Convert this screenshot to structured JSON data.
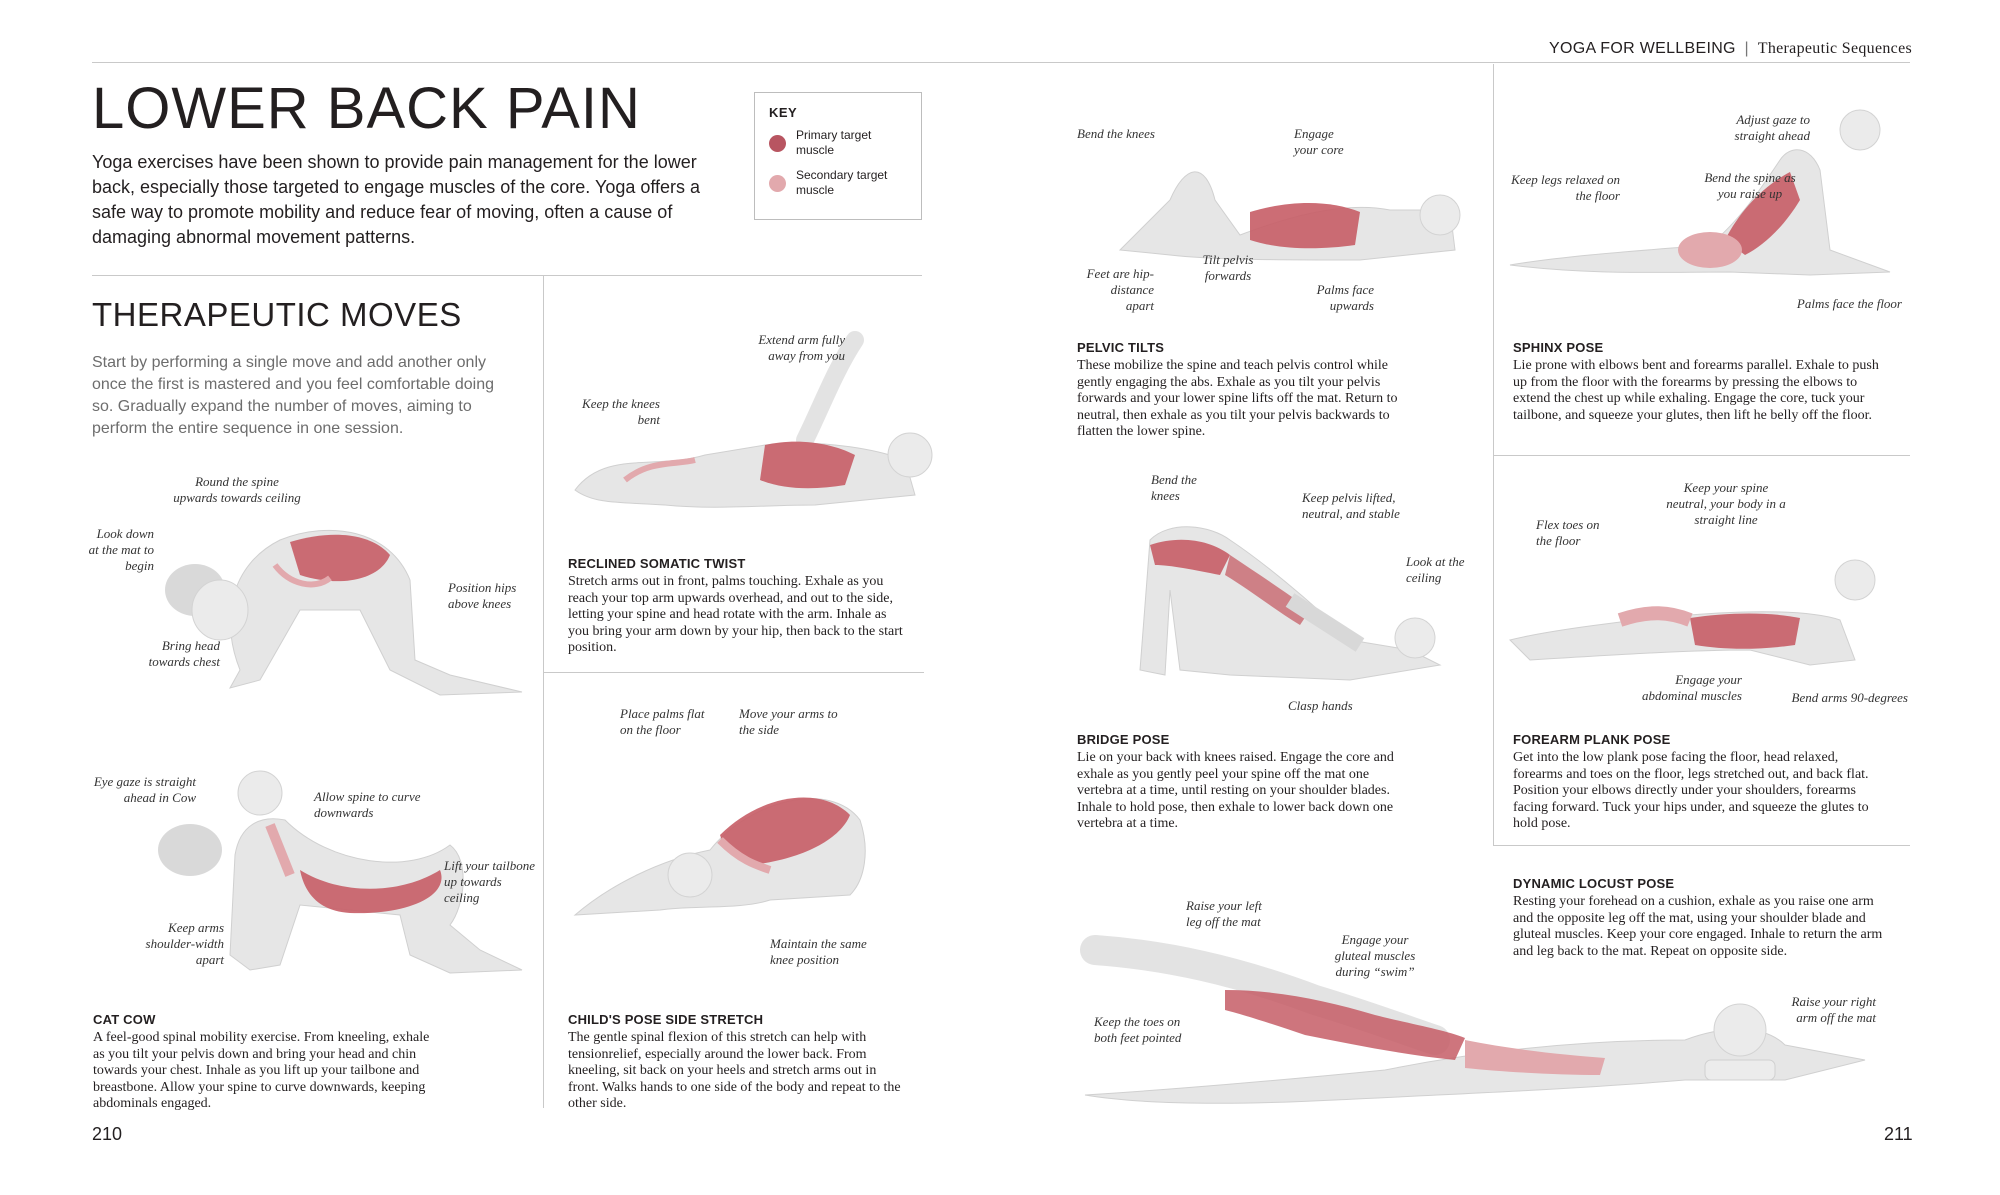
{
  "header": {
    "section": "YOGA FOR WELLBEING",
    "separator": "|",
    "subsection": "Therapeutic Sequences"
  },
  "title": "LOWER BACK PAIN",
  "intro": "Yoga exercises have been shown to provide pain management for the lower back, especially those targeted to engage muscles of the core. Yoga offers a safe way to promote mobility and reduce fear of moving, often a cause of damaging abnormal movement patterns.",
  "key": {
    "title": "KEY",
    "items": [
      {
        "label": "Primary target muscle",
        "color": "#b85561"
      },
      {
        "label": "Secondary target muscle",
        "color": "#e2a9ad"
      }
    ]
  },
  "therapeutic": {
    "heading": "THERAPEUTIC MOVES",
    "intro": "Start by performing a single move and add another only once the first is mastered and you feel comfortable doing so. Gradually expand the number of moves, aiming to perform the entire sequence in one session."
  },
  "exercises": {
    "cat_cow": {
      "title": "CAT COW",
      "body": "A feel-good spinal mobility exercise. From kneeling, exhale as you tilt your pelvis down and bring your head and chin towards your chest. Inhale as you lift up your tailbone and breastbone. Allow your spine to curve downwards, keeping abdominals engaged.",
      "labels": {
        "round_spine": "Round the spine upwards towards ceiling",
        "look_down": "Look down at the mat to begin",
        "position_hips": "Position hips above knees",
        "bring_head": "Bring head towards chest",
        "eye_gaze": "Eye gaze is straight ahead in Cow",
        "allow_spine": "Allow spine to curve downwards",
        "lift_tailbone": "Lift your tailbone up towards ceiling",
        "keep_arms": "Keep arms shoulder-width apart"
      }
    },
    "reclined_twist": {
      "title": "RECLINED SOMATIC TWIST",
      "body": "Stretch arms out in front, palms touching. Exhale as you reach your top arm upwards overhead, and out to the side, letting your spine and head rotate with the arm. Inhale as you bring your arm down by your hip, then back to the start position.",
      "labels": {
        "extend_arm": "Extend arm fully away from you",
        "keep_knees": "Keep the knees bent"
      }
    },
    "childs_pose": {
      "title": "CHILD'S POSE SIDE STRETCH",
      "body": "The gentle spinal flexion of this stretch can help with tensionrelief, especially around the lower back. From kneeling, sit back on your heels and stretch arms out in front. Walks hands to one side of the body and repeat to the other side.",
      "labels": {
        "place_palms": "Place palms flat on the floor",
        "move_arms": "Move your arms to the side",
        "maintain_knee": "Maintain the same knee position"
      }
    },
    "pelvic_tilts": {
      "title": "PELVIC TILTS",
      "body": "These mobilize the spine and teach pelvis control while gently engaging the abs. Exhale as you tilt your pelvis forwards and your lower spine lifts off the mat. Return to neutral, then exhale as you tilt your pelvis backwards to flatten the lower spine.",
      "labels": {
        "bend_knees": "Bend the knees",
        "engage_core": "Engage your core",
        "feet_apart": "Feet are hip-distance apart",
        "tilt_pelvis": "Tilt pelvis forwards",
        "palms_up": "Palms face upwards"
      }
    },
    "sphinx": {
      "title": "SPHINX POSE",
      "body": "Lie prone with elbows bent and forearms parallel. Exhale to push up from the floor with the forearms by pressing the elbows to extend the chest up while exhaling. Engage the core, tuck your tailbone, and squeeze your glutes, then lift he belly off the floor.",
      "labels": {
        "adjust_gaze": "Adjust gaze to straight ahead",
        "keep_legs": "Keep legs relaxed on the floor",
        "bend_spine": "Bend the spine as you raise up",
        "palms_floor": "Palms face the floor"
      }
    },
    "bridge": {
      "title": "BRIDGE POSE",
      "body": "Lie on your back with knees raised. Engage the core and exhale as you gently peel your spine off the mat one vertebra at a time, until resting on your shoulder blades. Inhale to hold pose, then exhale to lower back down one vertebra at a time.",
      "labels": {
        "bend_knees": "Bend the knees",
        "keep_pelvis": "Keep pelvis lifted, neutral, and stable",
        "look_ceiling": "Look at the ceiling",
        "clasp_hands": "Clasp hands"
      }
    },
    "plank": {
      "title": "FOREARM PLANK POSE",
      "body": "Get into the low plank pose facing the floor, head relaxed, forearms and toes on the floor, legs stretched out, and back flat. Position your elbows directly under your shoulders, forearms facing forward. Tuck your hips under, and squeeze the glutes to hold pose.",
      "labels": {
        "keep_spine": "Keep your spine neutral, your body in a straight line",
        "flex_toes": "Flex toes on the floor",
        "engage_abs": "Engage your abdominal muscles",
        "bend_arms": "Bend arms 90-degrees"
      }
    },
    "locust": {
      "title": "DYNAMIC LOCUST POSE",
      "body": "Resting your forehead on a cushion, exhale as you raise one arm and the opposite leg off the mat, using your shoulder blade and gluteal muscles. Keep your core engaged. Inhale to return the arm and leg back to the mat. Repeat on opposite side.",
      "labels": {
        "raise_leg": "Raise your left leg off the mat",
        "engage_glutes": "Engage your gluteal muscles during “swim”",
        "keep_toes": "Keep the toes on both feet pointed",
        "raise_arm": "Raise your right arm off the mat"
      }
    }
  },
  "pages": {
    "left": "210",
    "right": "211"
  }
}
